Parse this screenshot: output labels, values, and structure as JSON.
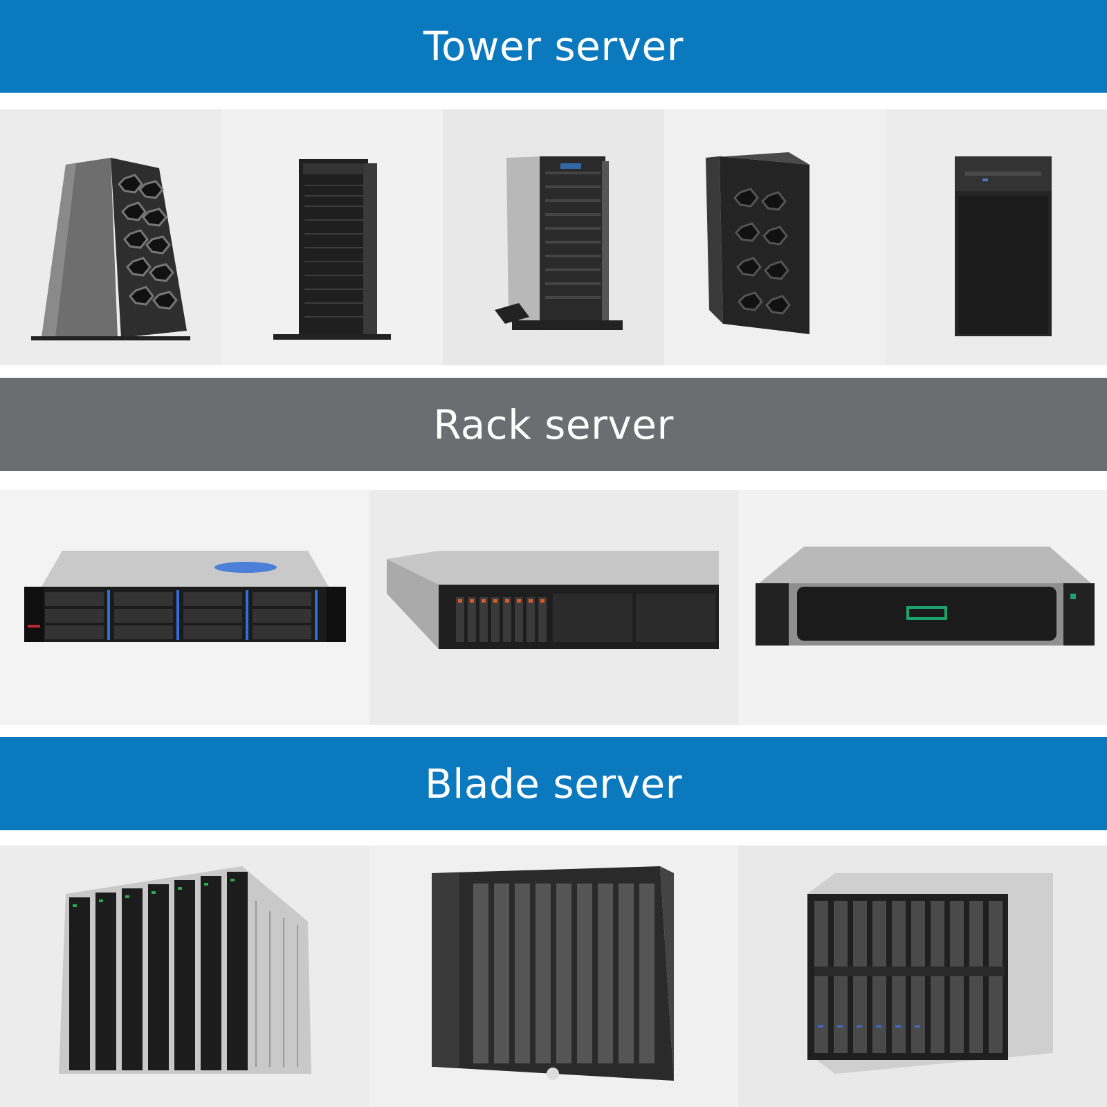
{
  "colors": {
    "blue_banner": "#0a79be",
    "gray_banner": "#6c6d70",
    "photo_bg": "#eeeeee"
  },
  "sections": {
    "tower": {
      "title": "Tower server"
    },
    "rack": {
      "title": "Rack server"
    },
    "blade": {
      "title": "Blade server"
    }
  }
}
